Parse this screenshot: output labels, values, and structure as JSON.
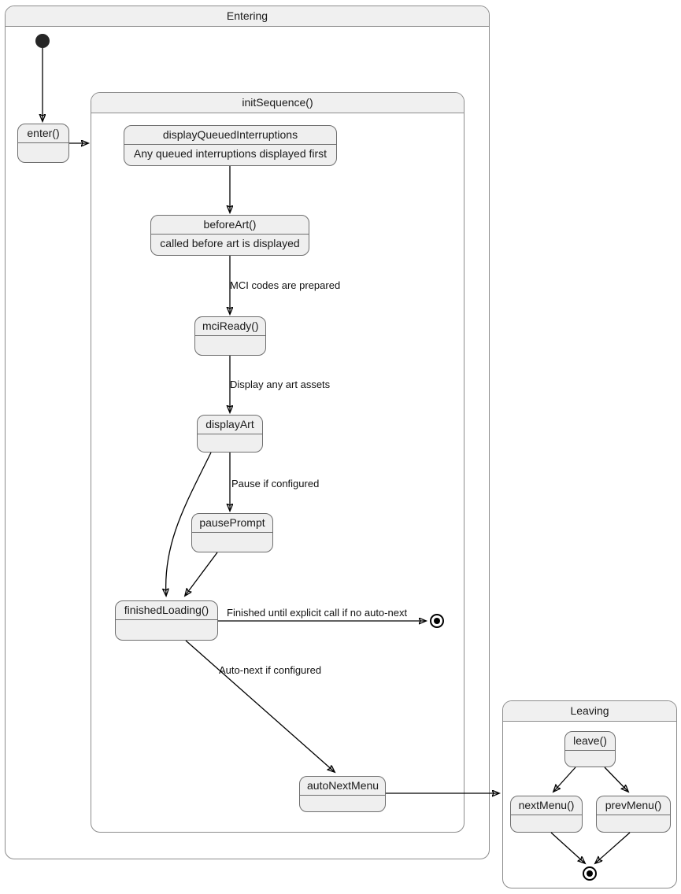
{
  "diagram": {
    "type": "uml-state-machine",
    "colors": {
      "node_fill": "#efefef",
      "node_border": "#6e6e6e",
      "composite_title_fill": "#f0f0f0",
      "composite_border": "#8c8c8c",
      "edge": "#000000",
      "text": "#1a1a1a",
      "pseudostate": "#000000"
    }
  },
  "entering": {
    "title": "Entering",
    "enter": {
      "title": "enter()",
      "body": ""
    },
    "init_sequence": {
      "title": "initSequence()",
      "nodes": {
        "display_queued_interruptions": {
          "title": "displayQueuedInterruptions",
          "body": "Any queued interruptions displayed first"
        },
        "before_art": {
          "title": "beforeArt()",
          "body": "called before art is displayed"
        },
        "mci_ready": {
          "title": "mciReady()",
          "body": ""
        },
        "display_art": {
          "title": "displayArt",
          "body": ""
        },
        "pause_prompt": {
          "title": "pausePrompt",
          "body": ""
        },
        "finished_loading": {
          "title": "finishedLoading()",
          "body": ""
        },
        "auto_next_menu": {
          "title": "autoNextMenu",
          "body": ""
        }
      },
      "edge_labels": {
        "mci_prepared": "MCI codes are prepared",
        "display_art_assets": "Display any art assets",
        "pause_if_configured": "Pause if configured",
        "finished_until_explicit": "Finished until explicit call if no auto-next",
        "auto_next_if_configured": "Auto-next if configured"
      }
    }
  },
  "leaving": {
    "title": "Leaving",
    "nodes": {
      "leave": {
        "title": "leave()",
        "body": ""
      },
      "next_menu": {
        "title": "nextMenu()",
        "body": ""
      },
      "prev_menu": {
        "title": "prevMenu()",
        "body": ""
      }
    }
  }
}
